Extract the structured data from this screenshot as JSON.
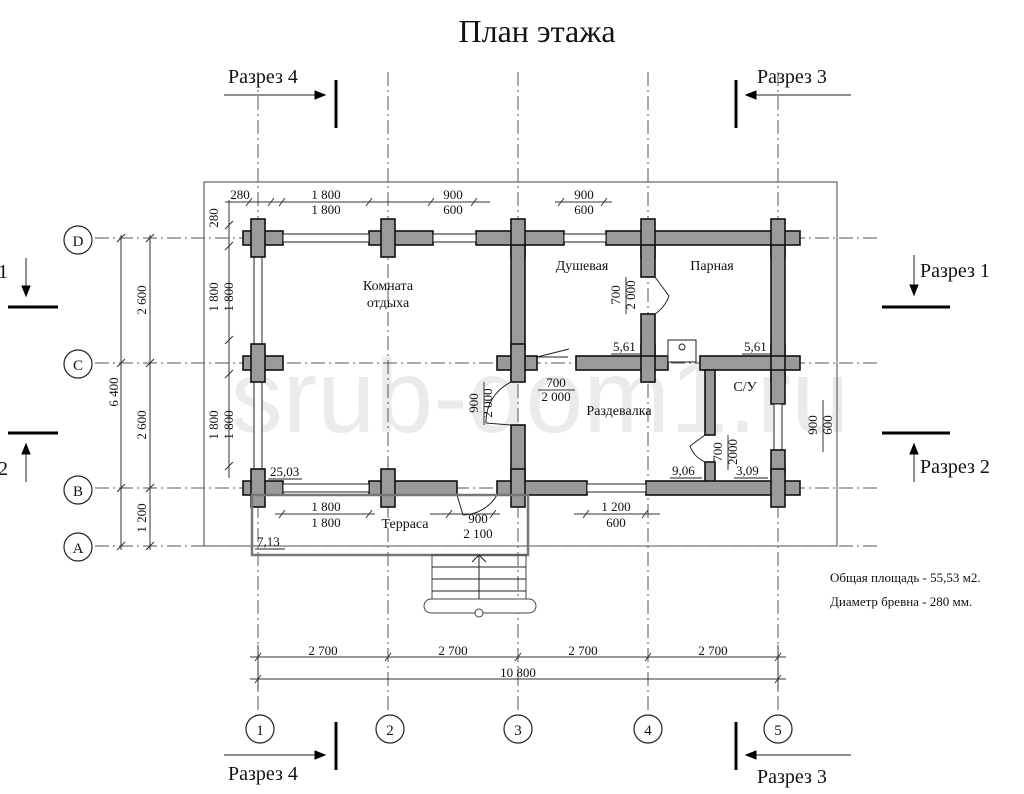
{
  "title": "План этажа",
  "watermark": "srub-dom1.ru",
  "rooms": {
    "rest": [
      "Комната",
      "отдыха"
    ],
    "shower": "Душевая",
    "steam": "Парная",
    "changing": "Раздевалка",
    "wc": "С/У",
    "terrace": "Терраса"
  },
  "sections": {
    "s1": "Разрез 1",
    "s2": "Разрез 2",
    "s3": "Разрез 3",
    "s4": "Разрез 4",
    "s1_num": "1",
    "s2_num": "2"
  },
  "axes_x": [
    "1",
    "2",
    "3",
    "4",
    "5"
  ],
  "axes_y": [
    "D",
    "C",
    "B",
    "A"
  ],
  "areas": {
    "rest": "25,03",
    "shower": "5,61",
    "steam": "5,61",
    "changing": "9,06",
    "wc": "3,09",
    "terrace": "7,13"
  },
  "dims": {
    "top_280": "280",
    "top_1800_a": "1 800",
    "top_1800_b": "1 800",
    "top_900_1": "900",
    "top_600_1": "600",
    "top_900_2": "900",
    "top_600_2": "600",
    "left_280": "280",
    "left_2600_a": "2 600",
    "left_2600_b": "2 600",
    "left_6400": "6 400",
    "left_1200": "1 200",
    "left_1800_1a": "1 800",
    "left_1800_1b": "1 800",
    "left_1800_2a": "1 800",
    "left_1800_2b": "1 800",
    "door_shower_700": "700",
    "door_shower_2000": "2 000",
    "door_700": "700",
    "door_2000": "2 000",
    "door_ent_900": "900",
    "door_ent_2000": "2 000",
    "door_wc_700": "700",
    "door_wc_2000": "2000",
    "win_wc_900": "900",
    "win_wc_600": "600",
    "bot_1800_a": "1 800",
    "bot_1800_b": "1 800",
    "bot_900": "900",
    "bot_2100": "2 100",
    "bot_1200": "1 200",
    "bot_600": "600",
    "span_1": "2 700",
    "span_2": "2 700",
    "span_3": "2 700",
    "span_4": "2 700",
    "total": "10 800"
  },
  "notes": {
    "area": "Общая площадь - 55,53 м2.",
    "log": "Диаметр бревна - 280 мм."
  }
}
